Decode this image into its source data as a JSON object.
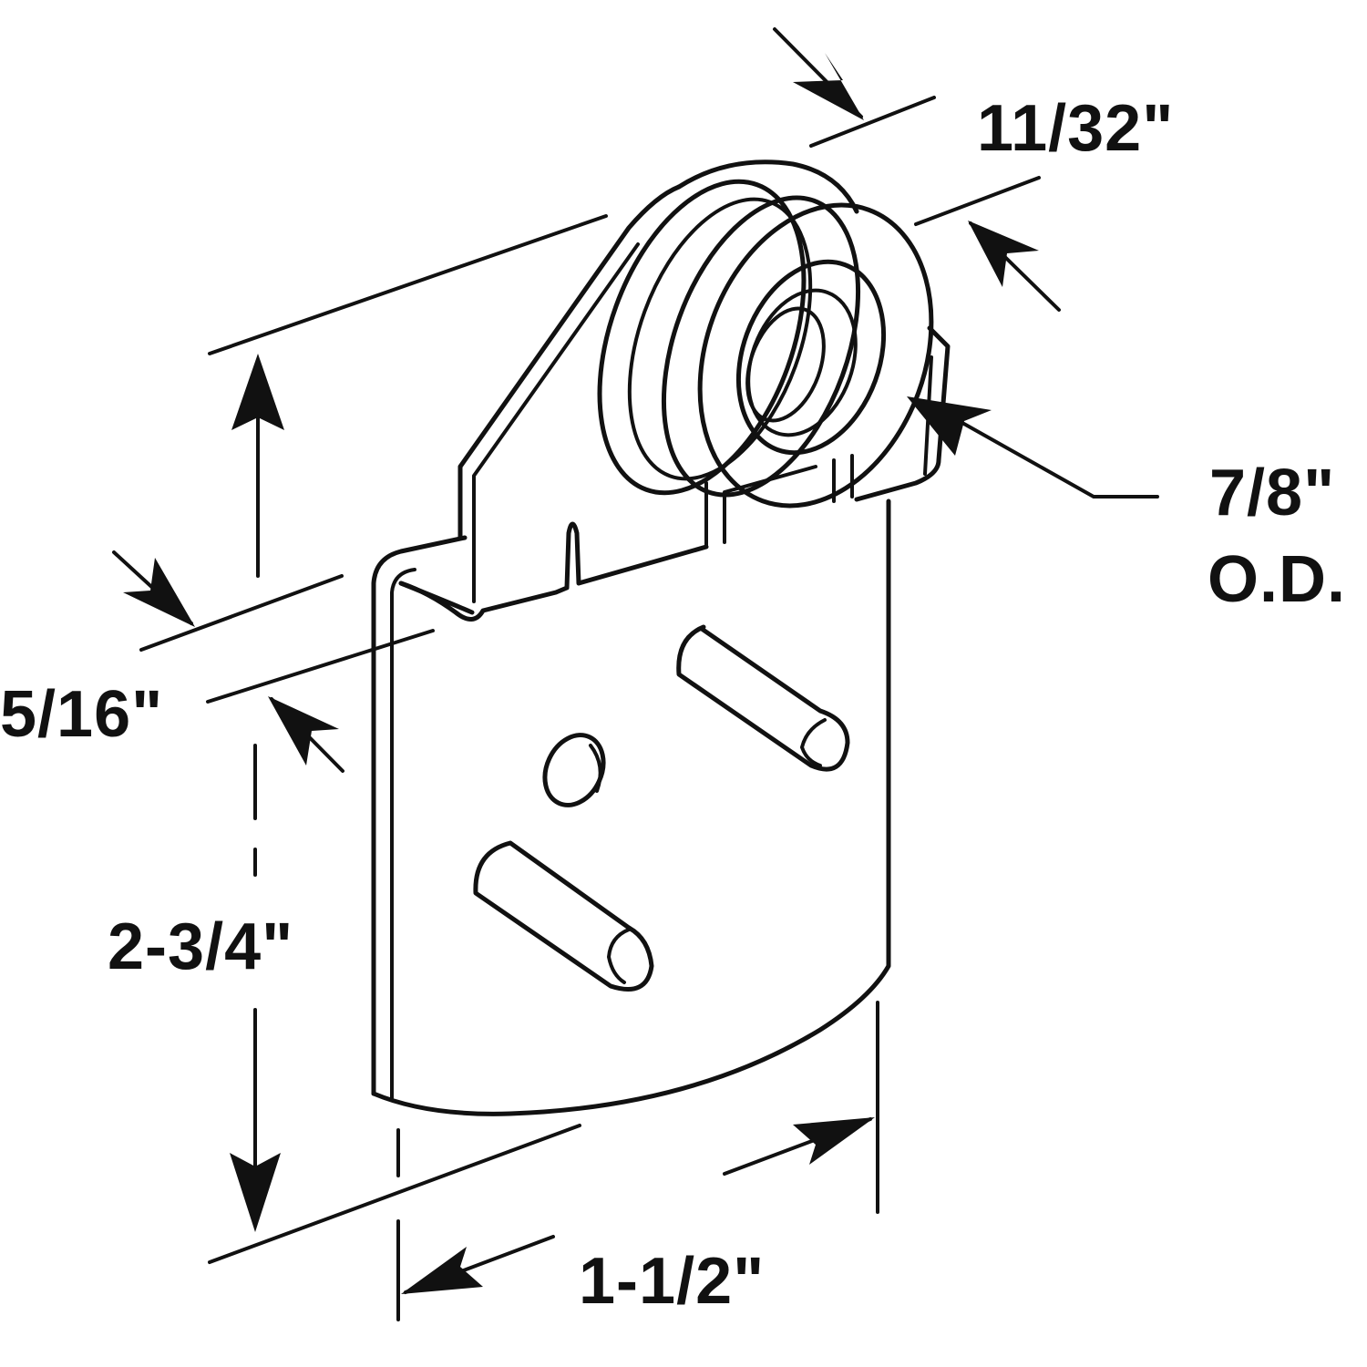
{
  "dimensions": {
    "roller_width": "11/32\"",
    "outer_diameter_value": "7/8\"",
    "outer_diameter_unit": "O.D.",
    "offset": "5/16\"",
    "height": "2-3/4\"",
    "width": "1-1/2\""
  }
}
